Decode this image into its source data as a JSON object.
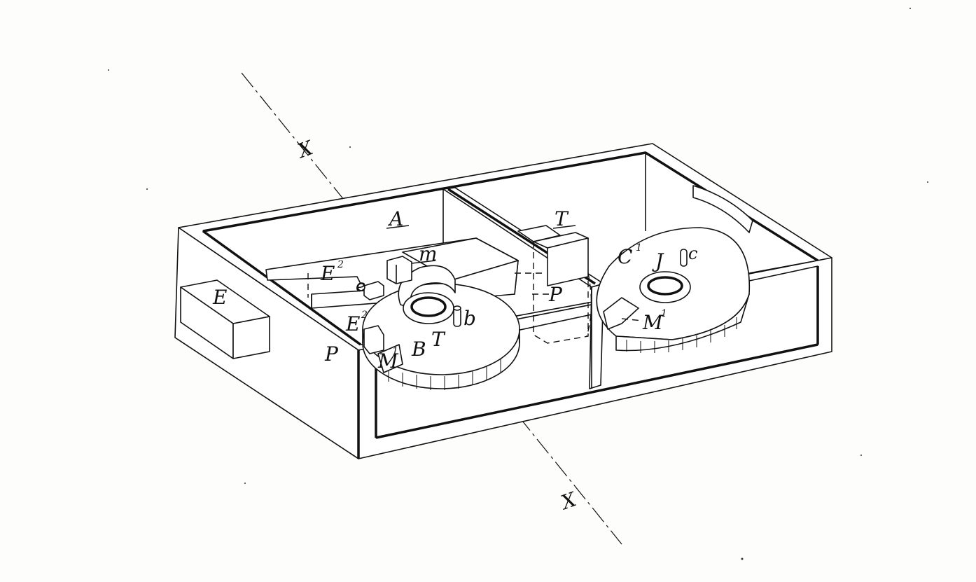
{
  "labels": {
    "A": "A",
    "E": "E",
    "E2_top": "E",
    "E2_top_sup": "2",
    "E2_low": "E",
    "E2_low_sup": "2",
    "e": "e",
    "m": "m",
    "b": "b",
    "B": "B",
    "T_mid": "T",
    "T_top": "T",
    "P_left": "P",
    "P_mid": "P",
    "M1_left": "M",
    "M1_left_sup": "1",
    "M1_right": "M",
    "M1_right_sup": "1",
    "C1": "C",
    "C1_sup": "1",
    "J": "J",
    "c": "c",
    "X_top": "X",
    "X_bottom": "X"
  }
}
